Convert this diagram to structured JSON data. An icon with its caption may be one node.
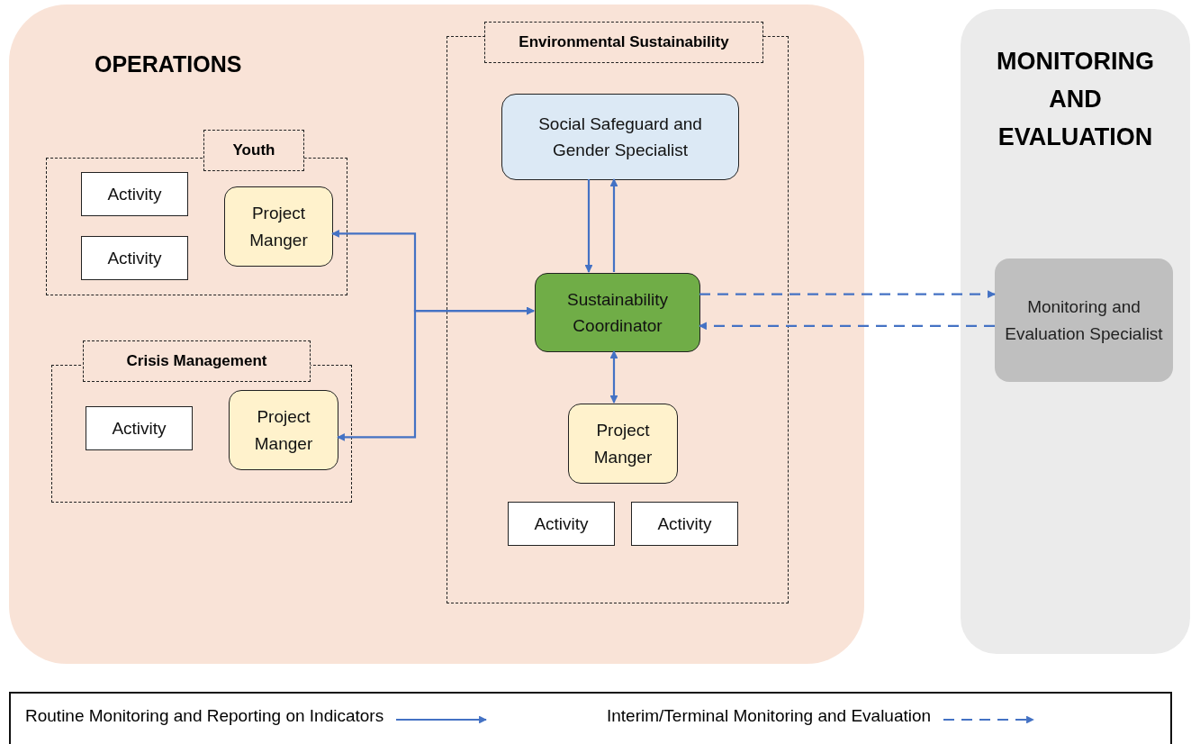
{
  "diagram": {
    "nodes": [
      {
        "text": [
          "OPERATIONS"
        ]
      },
      {
        "text": [
          "Youth"
        ],
        "in": 0
      },
      {
        "text": [
          "Activity"
        ],
        "in": 1
      },
      {
        "text": [
          "Activity"
        ],
        "in": 1
      },
      {
        "text": [
          "Project Manger"
        ],
        "in": 1
      },
      {
        "text": [
          "Crisis Management"
        ],
        "in": 0
      },
      {
        "text": [
          "Activity"
        ],
        "in": 5
      },
      {
        "text": [
          "Project Manger"
        ],
        "in": 5
      },
      {
        "text": [
          "Environmental Sustainability"
        ],
        "in": 0
      },
      {
        "text": [
          "Social Safeguard and Gender Specialist"
        ],
        "in": 8
      },
      {
        "text": [
          "Sustainability Coordinator"
        ],
        "in": 8
      },
      {
        "text": [
          "Project Manger"
        ],
        "in": 8
      },
      {
        "text": [
          "Activity"
        ],
        "in": 8
      },
      {
        "text": [
          "Activity"
        ],
        "in": 8
      },
      {
        "text": [
          "MONITORING AND EVALUATION"
        ]
      },
      {
        "text": [
          "Monitoring and Evaluation Specialist"
        ],
        "in": 14
      }
    ],
    "edges": [
      {
        "from": 9,
        "to": 10,
        "arrow": "to"
      },
      {
        "from": 10,
        "to": 9,
        "arrow": "to"
      },
      {
        "from": 10,
        "to": 11,
        "arrow": "both"
      },
      {
        "from": 4,
        "to": 10,
        "arrow": "both"
      },
      {
        "from": 7,
        "to": 10,
        "arrow": "both"
      },
      {
        "from": 10,
        "to": 15,
        "arrow": "to",
        "style": "dashed"
      },
      {
        "from": 15,
        "to": 10,
        "arrow": "to",
        "style": "dashed"
      }
    ],
    "legend": [
      {
        "text": "Routine Monitoring and Reporting on Indicators"
      },
      {
        "text": "Interim/Terminal Monitoring and Evaluation"
      }
    ]
  }
}
